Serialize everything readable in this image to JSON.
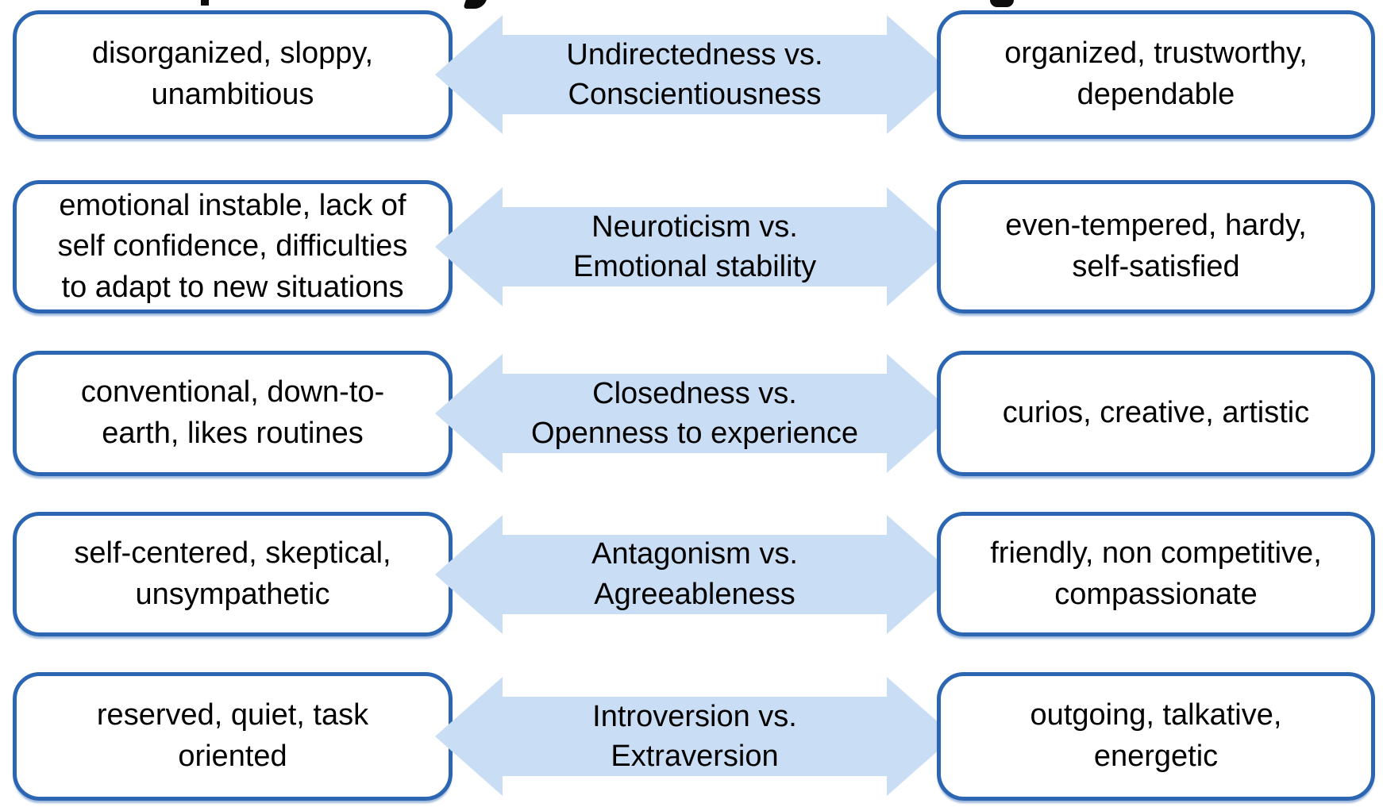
{
  "diagram": {
    "description": "Big Five personality dimensions: low-pole trait descriptors (left), dimension name on a double-headed arrow (center), high-pole trait descriptors (right)",
    "colors": {
      "page_bg": "#ffffff",
      "box_border": "#2c66b3",
      "box_fill": "#ffffff",
      "arrow_fill": "#c9ddf5",
      "text": "#000000"
    },
    "cropped_title_fragments": 3,
    "rows": [
      {
        "low_traits": "disorganized, sloppy,\nunambitious",
        "dimension": "Undirectedness vs.\nConscientiousness",
        "high_traits": "organized, trustworthy,\ndependable"
      },
      {
        "low_traits": "emotional instable, lack of\nself confidence, difficulties\nto adapt to new situations",
        "dimension": "Neuroticism vs.\nEmotional stability",
        "high_traits": "even-tempered, hardy,\nself-satisfied"
      },
      {
        "low_traits": "conventional, down-to-\nearth, likes routines",
        "dimension": "Closedness vs.\nOpenness to experience",
        "high_traits": "curios, creative, artistic"
      },
      {
        "low_traits": "self-centered, skeptical,\nunsympathetic",
        "dimension": "Antagonism vs.\nAgreeableness",
        "high_traits": "friendly, non competitive,\ncompassionate"
      },
      {
        "low_traits": "reserved, quiet, task\noriented",
        "dimension": "Introversion vs.\nExtraversion",
        "high_traits": "outgoing, talkative,\nenergetic"
      }
    ]
  }
}
